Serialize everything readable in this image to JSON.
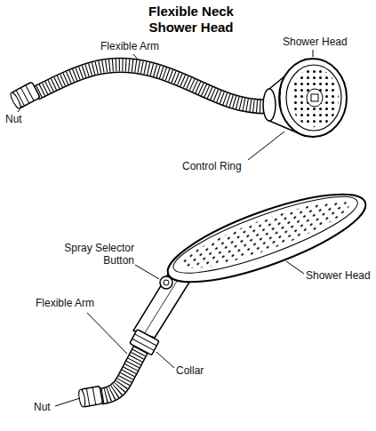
{
  "diagram": {
    "title": "Flexible Neck Shower Head",
    "labels": [
      "Flexible Arm",
      "Shower Head",
      "Nut",
      "Control Ring",
      "Spray Selector Button",
      "Shower Head",
      "Flexible Arm",
      "Collar",
      "Nut"
    ]
  }
}
